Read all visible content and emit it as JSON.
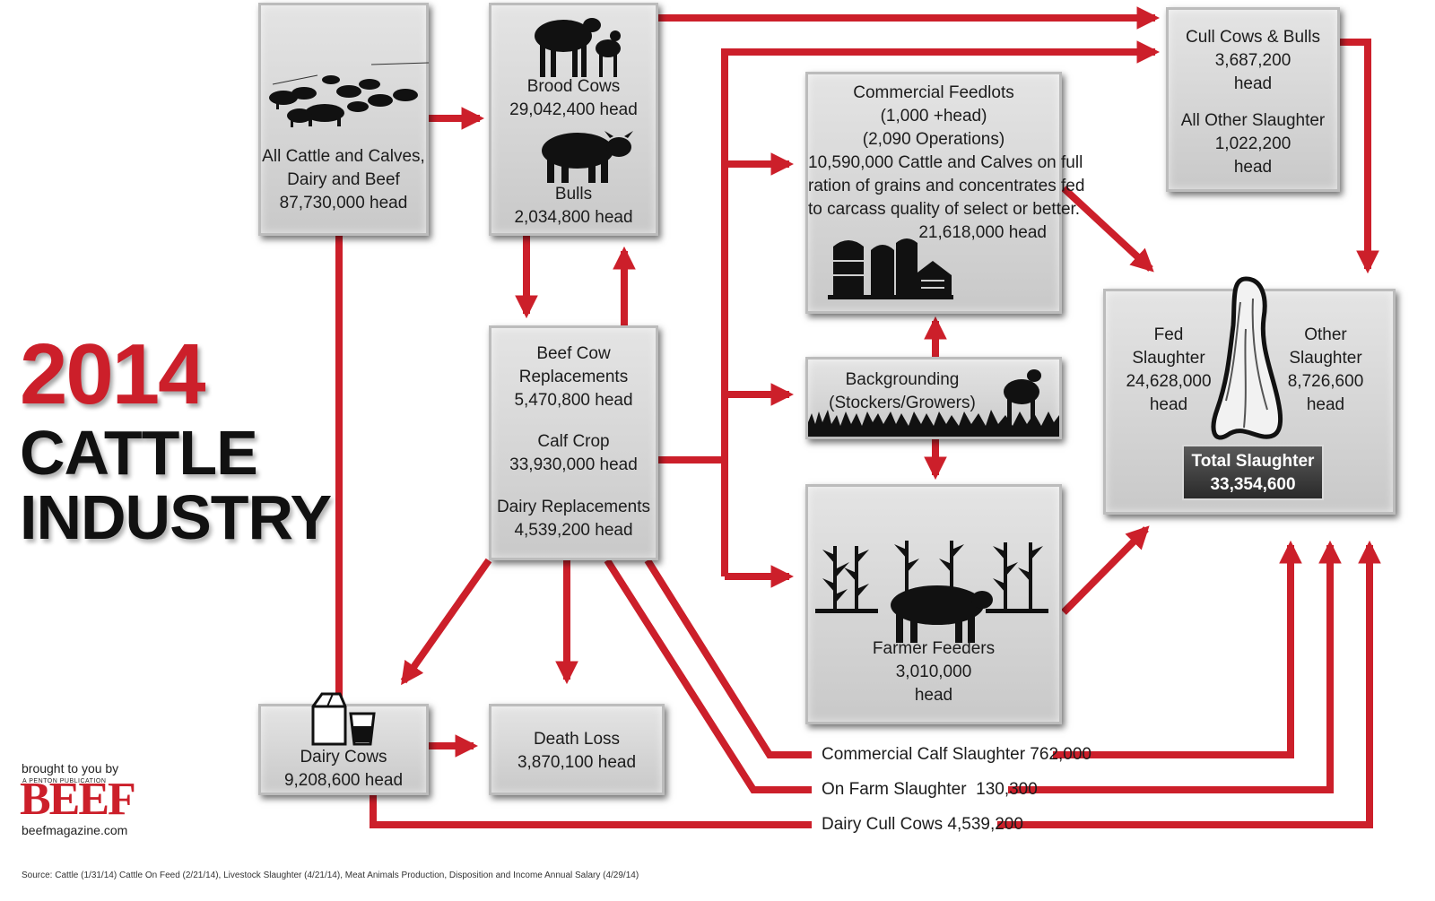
{
  "title": {
    "year": "2014",
    "line1": "CATTLE",
    "line2": "INDUSTRY"
  },
  "colors": {
    "arrow": "#cc1f2a",
    "box": "#d4d4d4",
    "total_bg": "#333333"
  },
  "nodes": {
    "all_cattle": {
      "icon": "cattle-herd-icon",
      "lines": [
        "All Cattle and Calves,",
        "Dairy and Beef",
        "87,730,000 head"
      ]
    },
    "brood_cows": {
      "icon": "cow-and-calf-icon",
      "lines": [
        "Brood Cows",
        "29,042,400 head"
      ]
    },
    "bulls": {
      "icon": "bull-icon",
      "lines": [
        "Bulls",
        "2,034,800 head"
      ]
    },
    "beef_cow_replacements": {
      "lines": [
        "Beef Cow",
        "Replacements",
        "5,470,800 head"
      ]
    },
    "calf_crop": {
      "lines": [
        "Calf Crop",
        "33,930,000 head"
      ]
    },
    "dairy_replacements": {
      "lines": [
        "Dairy Replacements",
        "4,539,200 head"
      ]
    },
    "commercial_feedlots": {
      "icon": "grain-silos-icon",
      "lines": [
        "Commercial Feedlots",
        "(1,000 +head)",
        "(2,090 Operations)",
        "10,590,000 Cattle and Calves on full",
        "ration of grains and concentrates fed",
        "to carcass quality of select or better.",
        "21,618,000 head"
      ]
    },
    "backgrounding": {
      "icon": "cow-in-grass-icon",
      "lines": [
        "Backgrounding",
        "(Stockers/Growers)"
      ]
    },
    "farmer_feeders": {
      "icon": "cow-in-corn-icon",
      "lines": [
        "Farmer Feeders",
        "3,010,000",
        "head"
      ]
    },
    "cull_cows_bulls": {
      "lines": [
        "Cull Cows & Bulls",
        "3,687,200",
        "head"
      ]
    },
    "all_other_slaughter": {
      "lines": [
        "All Other Slaughter",
        "1,022,200",
        "head"
      ]
    },
    "fed_slaughter": {
      "lines": [
        "Fed",
        "Slaughter",
        "24,628,000",
        "head"
      ]
    },
    "other_slaughter": {
      "lines": [
        "Other",
        "Slaughter",
        "8,726,600",
        "head"
      ]
    },
    "total_slaughter": {
      "icon": "beef-cut-icon",
      "lines": [
        "Total Slaughter",
        "33,354,600"
      ]
    },
    "dairy_cows": {
      "icon": "milk-carton-glass-icon",
      "lines": [
        "Dairy Cows",
        "9,208,600 head"
      ]
    },
    "death_loss": {
      "lines": [
        "Death Loss",
        "3,870,100 head"
      ]
    }
  },
  "flow_labels": {
    "commercial_calf_slaughter": "Commercial Calf Slaughter 762,000",
    "on_farm_slaughter": "On Farm Slaughter  130,300",
    "dairy_cull_cows": "Dairy Cull Cows 4,539,200"
  },
  "branding": {
    "brought_by": "brought to you by",
    "publisher": "A PENTON PUBLICATION",
    "brand": "BEEF",
    "url": "beefmagazine.com"
  },
  "source": "Source: Cattle (1/31/14) Cattle On Feed (2/21/14), Livestock Slaughter (4/21/14), Meat Animals Production, Disposition and Income Annual Salary (4/29/14)"
}
